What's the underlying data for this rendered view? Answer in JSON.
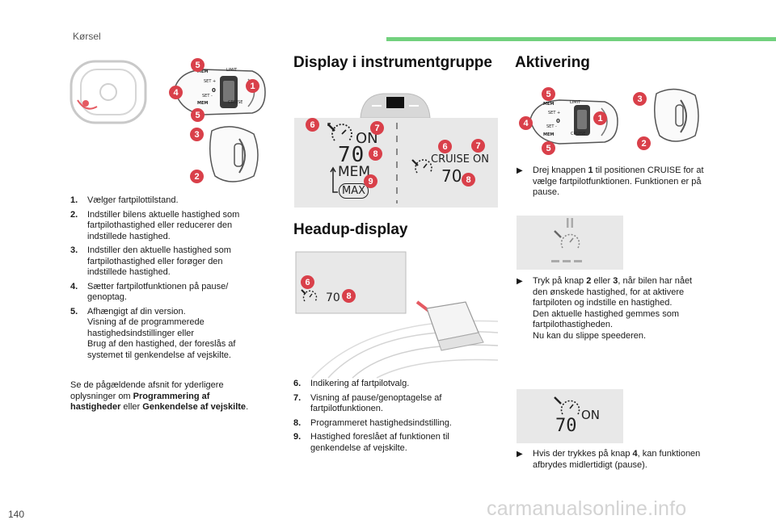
{
  "header": {
    "section": "Kørsel",
    "page_number": "140"
  },
  "watermark": "carmanualsonline.info",
  "left_column": {
    "items": [
      {
        "num": "1.",
        "lines": [
          "Vælger fartpilottilstand."
        ]
      },
      {
        "num": "2.",
        "lines": [
          "Indstiller bilens aktuelle hastighed som",
          "fartpilothastighed eller reducerer den",
          "indstillede hastighed."
        ]
      },
      {
        "num": "3.",
        "lines": [
          "Indstiller den aktuelle hastighed som",
          "fartpilothastighed eller forøger den",
          "indstillede hastighed."
        ]
      },
      {
        "num": "4.",
        "lines": [
          "Sætter fartpilotfunktionen på pause/",
          "genoptag."
        ]
      },
      {
        "num": "5.",
        "lines": [
          "Afhængigt af din version.",
          "Visning af de programmerede",
          "hastighedsindstillinger eller",
          "Brug af den hastighed, der foreslås af",
          "systemet til genkendelse af vejskilte."
        ]
      }
    ],
    "footer": {
      "line1": "Se de pågældende afsnit for yderligere",
      "line2_pre": "oplysninger om ",
      "line2_bold": "Programmering af",
      "line3_bold1": "hastigheder",
      "line3_mid": " eller ",
      "line3_bold2": "Genkendelse af vejskilte",
      "line3_end": "."
    },
    "stalk_labels": {
      "mem": "MEM",
      "limit": "LIMIT",
      "set_plus": "SET +",
      "set_minus": "SET -",
      "zero": "0",
      "cruise": "CRUISE",
      "mem2": "MEM"
    }
  },
  "middle_column": {
    "heading_display": "Display i instrumentgruppe",
    "heading_headup": "Headup-display",
    "display": {
      "on": "ON",
      "speed": "70",
      "mem": "MEM",
      "max": "MAX",
      "cruise_on": "CRUISE ON",
      "speed2": "70"
    },
    "headup": {
      "speed": "70"
    },
    "items": [
      {
        "num": "6.",
        "lines": [
          "Indikering af fartpilotvalg."
        ]
      },
      {
        "num": "7.",
        "lines": [
          "Visning af pause/genoptagelse af",
          "fartpilotfunktionen."
        ]
      },
      {
        "num": "8.",
        "lines": [
          "Programmeret hastighedsindstilling."
        ]
      },
      {
        "num": "9.",
        "lines": [
          "Hastighed foreslået af funktionen til",
          "genkendelse af vejskilte."
        ]
      }
    ]
  },
  "right_column": {
    "heading": "Aktivering",
    "bullet_icon": "▶",
    "para1": {
      "line1_pre": "Drej knappen ",
      "line1_bold": "1",
      "line1_post": " til positionen CRUISE for at",
      "line2": "vælge fartpilotfunktionen. Funktionen er på",
      "line3": "pause."
    },
    "para2": {
      "line1_pre": "Tryk på knap ",
      "line1_b1": "2",
      "line1_mid": " eller ",
      "line1_b2": "3",
      "line1_post": ", når bilen har nået",
      "line2": "den ønskede hastighed, for at aktivere",
      "line3": "fartpiloten og indstille en hastighed.",
      "line4": "Den aktuelle hastighed gemmes som",
      "line5": "fartpilothastigheden.",
      "line6": "Nu kan du slippe speederen."
    },
    "para3": {
      "line1_pre": "Hvis der trykkes på knap ",
      "line1_bold": "4",
      "line1_post": ", kan funktionen",
      "line2": "afbrydes midlertidigt (pause)."
    },
    "display2": {
      "on": "ON",
      "speed": "70"
    },
    "stalk_labels": {
      "mem": "MEM",
      "limit": "LIMIT",
      "set_plus": "SET +",
      "set_minus": "SET -",
      "zero": "0",
      "cruise": "CRUISE",
      "mem2": "MEM"
    }
  },
  "callouts": {
    "c1": "1",
    "c2": "2",
    "c3": "3",
    "c4": "4",
    "c5": "5",
    "c6": "6",
    "c7": "7",
    "c8": "8",
    "c9": "9"
  },
  "colors": {
    "accent_green": "#72d17e",
    "callout_red": "#d9404a",
    "panel_grey": "#e8e8e8"
  }
}
